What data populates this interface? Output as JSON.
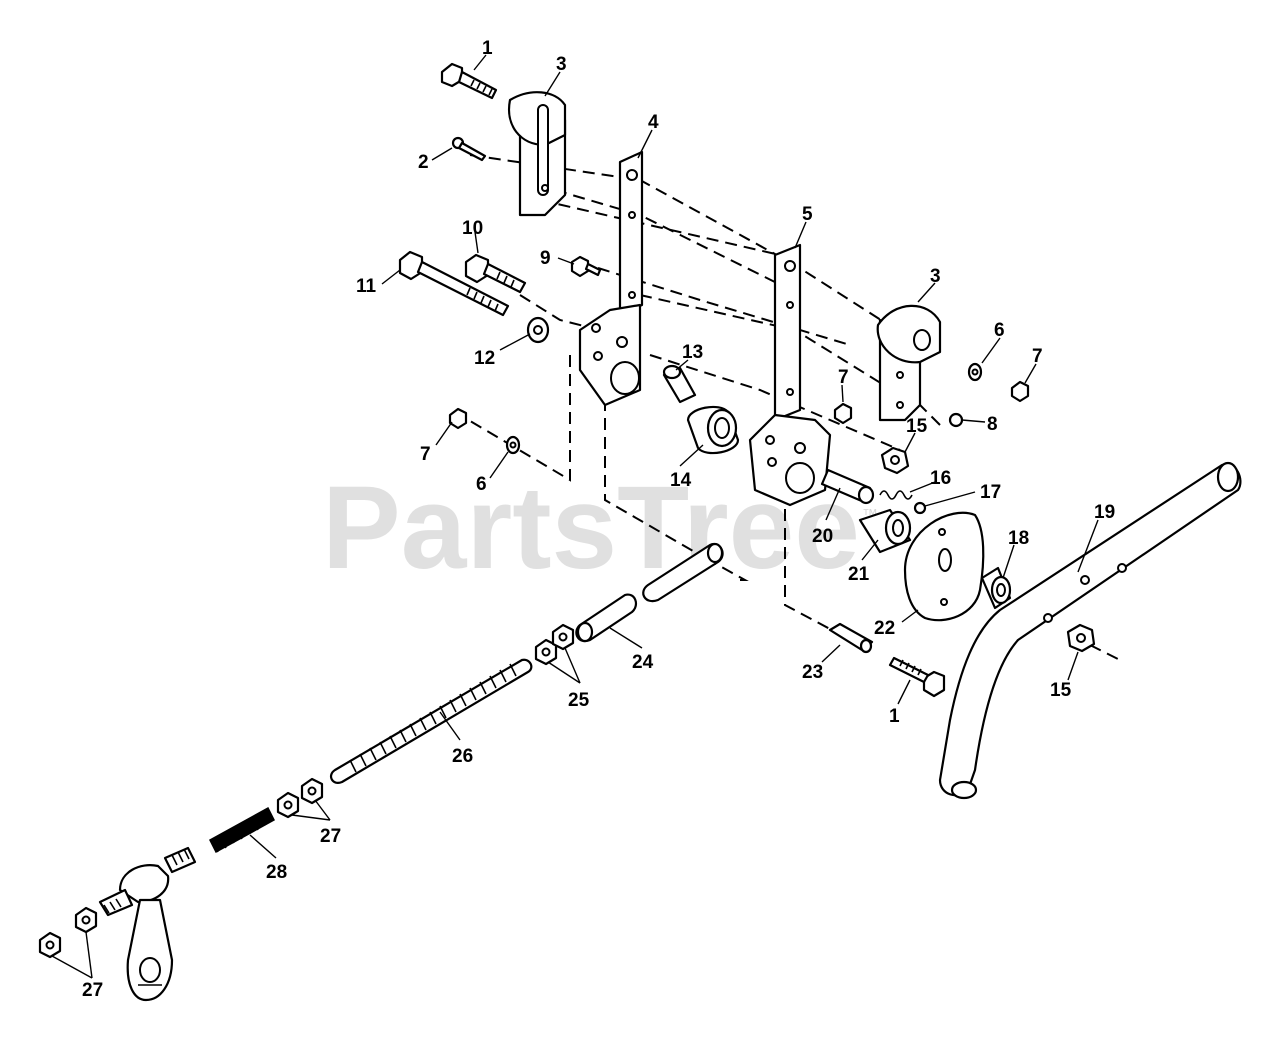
{
  "watermark": {
    "text": "PartsTree",
    "trademark": "™"
  },
  "callouts": [
    {
      "id": "c1a",
      "label": "1"
    },
    {
      "id": "c1b",
      "label": "1"
    },
    {
      "id": "c2",
      "label": "2"
    },
    {
      "id": "c3a",
      "label": "3"
    },
    {
      "id": "c3b",
      "label": "3"
    },
    {
      "id": "c4",
      "label": "4"
    },
    {
      "id": "c5",
      "label": "5"
    },
    {
      "id": "c6a",
      "label": "6"
    },
    {
      "id": "c6b",
      "label": "6"
    },
    {
      "id": "c7a",
      "label": "7"
    },
    {
      "id": "c7b",
      "label": "7"
    },
    {
      "id": "c7c",
      "label": "7"
    },
    {
      "id": "c8",
      "label": "8"
    },
    {
      "id": "c9",
      "label": "9"
    },
    {
      "id": "c10",
      "label": "10"
    },
    {
      "id": "c11",
      "label": "11"
    },
    {
      "id": "c12",
      "label": "12"
    },
    {
      "id": "c13",
      "label": "13"
    },
    {
      "id": "c14",
      "label": "14"
    },
    {
      "id": "c15a",
      "label": "15"
    },
    {
      "id": "c15b",
      "label": "15"
    },
    {
      "id": "c16",
      "label": "16"
    },
    {
      "id": "c17",
      "label": "17"
    },
    {
      "id": "c18",
      "label": "18"
    },
    {
      "id": "c19",
      "label": "19"
    },
    {
      "id": "c20",
      "label": "20"
    },
    {
      "id": "c21",
      "label": "21"
    },
    {
      "id": "c22",
      "label": "22"
    },
    {
      "id": "c23",
      "label": "23"
    },
    {
      "id": "c24",
      "label": "24"
    },
    {
      "id": "c25",
      "label": "25"
    },
    {
      "id": "c26",
      "label": "26"
    },
    {
      "id": "c27a",
      "label": "27"
    },
    {
      "id": "c27b",
      "label": "27"
    },
    {
      "id": "c28",
      "label": "28"
    }
  ]
}
